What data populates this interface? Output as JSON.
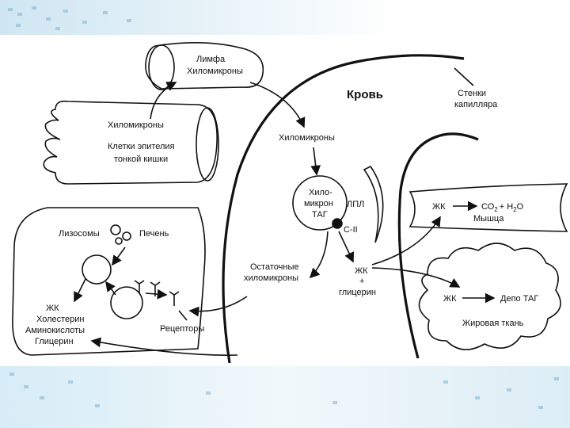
{
  "labels": {
    "lymph": "Лимфа",
    "chylo_lymph": "Хиломикроны",
    "chylo_intestine": "Хиломикроны",
    "epithelium_1": "Клетки эпителия",
    "epithelium_2": "тонкой кишки",
    "blood": "Кровь",
    "capillary_1": "Стенки",
    "capillary_2": "капилляра",
    "chylo_blood": "Хиломикроны",
    "chylomicron_1": "Хило-",
    "chylomicron_2": "микрон",
    "chylomicron_3": "ТАГ",
    "lpl": "ЛПЛ",
    "apo": "С-II",
    "muscle_fa": "ЖК",
    "co2": "СО",
    "co2_sub": "2",
    "plus_h2o": "+ Н",
    "h2o_sub": "2",
    "h2o_o": "О",
    "muscle": "Мышца",
    "lysosomes": "Лизосомы",
    "liver": "Печень",
    "remnant_1": "Остаточные",
    "remnant_2": "хиломикроны",
    "fa_glycerol_1": "ЖК",
    "fa_glycerol_plus": "+",
    "fa_glycerol_2": "глицерин",
    "adipose_fa": "ЖК",
    "depot": "Депо ТАГ",
    "adipose": "Жировая ткань",
    "liver_out_1": "ЖК",
    "liver_out_2": "Холестерин",
    "liver_out_3": "Аминокислоты",
    "liver_out_4": "Глицерин",
    "receptors": "Рецепторы"
  }
}
